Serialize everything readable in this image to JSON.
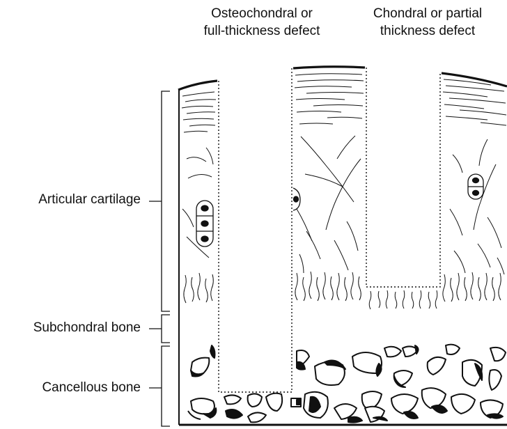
{
  "labels": {
    "osteochondral_defect": [
      "Osteochondral or",
      "full-thickness defect"
    ],
    "chondral_defect": [
      "Chondral or partial",
      "thickness defect"
    ],
    "articular_cartilage": "Articular cartilage",
    "subchondral_bone": "Subchondral bone",
    "cancellous_bone": "Cancellous bone"
  },
  "colors": {
    "ink": "#111111",
    "background": "#ffffff"
  }
}
